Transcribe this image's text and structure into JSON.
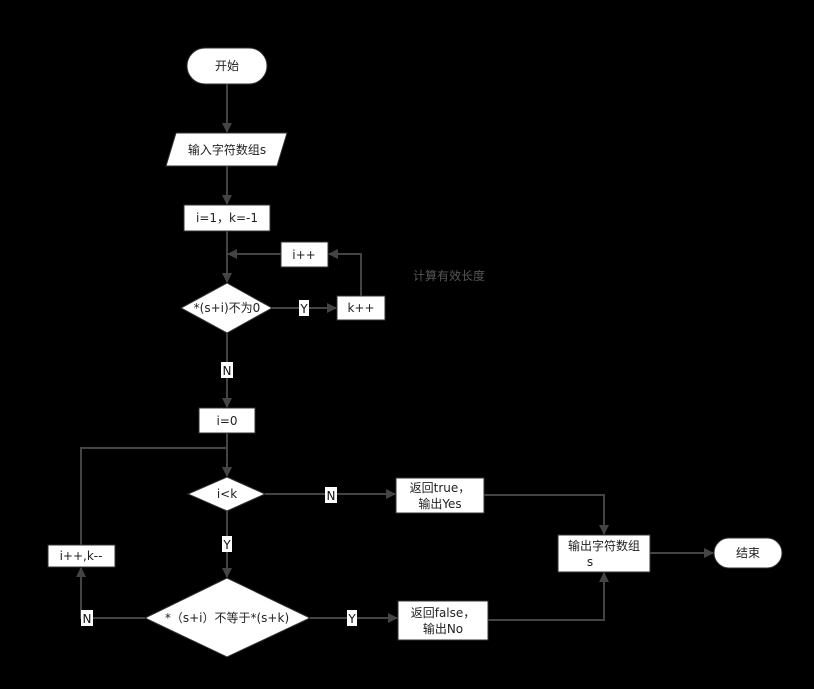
{
  "nodes": {
    "start": "开始",
    "input": "输入字符数组s",
    "init1": "i=1，k=-1",
    "inc_i": "i++",
    "cond_nonzero": "*(s+i)不为0",
    "inc_k": "k++",
    "init2": "i=0",
    "cond_ilk": "i<k",
    "ret_true_1": "返回true，",
    "ret_true_2": "输出Yes",
    "step": "i++,k--",
    "cond_neq": "*（s+i）不等于*(s+k)",
    "ret_false_1": "返回false，",
    "ret_false_2": "输出No",
    "output_1": "输出字符数组",
    "output_2": "s",
    "end": "结束"
  },
  "annotation": "计算有效长度",
  "edge_labels": {
    "nonzero_yes": "Y",
    "nonzero_no": "N",
    "ilk_no": "N",
    "ilk_yes": "Y",
    "neq_no": "N",
    "neq_yes": "Y"
  },
  "colors": {
    "background": "#000000",
    "edge": "#444444",
    "node": "#ffffff"
  }
}
